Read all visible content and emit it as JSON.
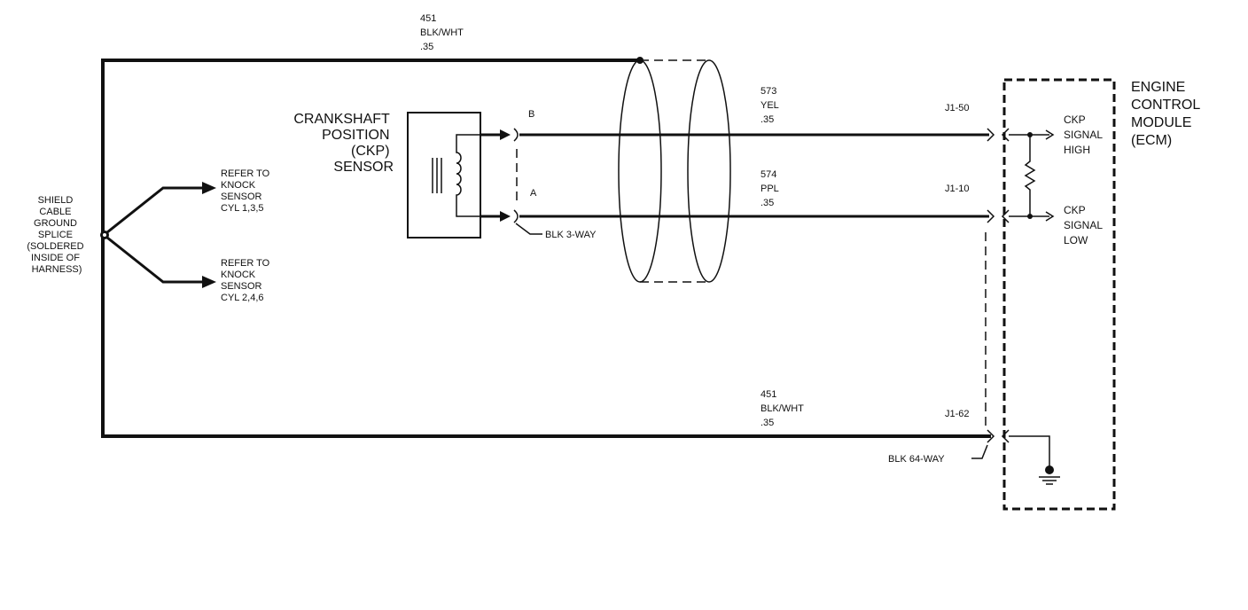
{
  "shield_splice": {
    "label_lines": [
      "SHIELD",
      "CABLE",
      "GROUND",
      "SPLICE",
      "(SOLDERED",
      "INSIDE OF",
      "HARNESS)"
    ]
  },
  "knock_ref_1": {
    "label_lines": [
      "REFER TO",
      "KNOCK",
      "SENSOR",
      "CYL 1,3,5"
    ]
  },
  "knock_ref_2": {
    "label_lines": [
      "REFER TO",
      "KNOCK",
      "SENSOR",
      "CYL 2,4,6"
    ]
  },
  "ckp_sensor": {
    "label_lines": [
      "CRANKSHAFT",
      "POSITION",
      "(CKP)",
      "SENSOR"
    ]
  },
  "connector_3way": {
    "pin_b": "B",
    "pin_a": "A",
    "name": "BLK 3-WAY"
  },
  "wire_top_451": {
    "lines": [
      "451",
      "BLK/WHT",
      ".35"
    ]
  },
  "wire_573": {
    "lines": [
      "573",
      "YEL",
      ".35"
    ]
  },
  "wire_574": {
    "lines": [
      "574",
      "PPL",
      ".35"
    ]
  },
  "wire_bottom_451": {
    "lines": [
      "451",
      "BLK/WHT",
      ".35"
    ]
  },
  "ecm_pins": {
    "j1_50": "J1-50",
    "j1_10": "J1-10",
    "j1_62": "J1-62"
  },
  "connector_64way": {
    "name": "BLK 64-WAY"
  },
  "ckp_high": {
    "lines": [
      "CKP",
      "SIGNAL",
      "HIGH"
    ]
  },
  "ckp_low": {
    "lines": [
      "CKP",
      "SIGNAL",
      "LOW"
    ]
  },
  "ecm": {
    "label_lines": [
      "ENGINE",
      "CONTROL",
      "MODULE",
      "(ECM)"
    ]
  },
  "colors": {
    "ink": "#111111",
    "paper": "#ffffff"
  }
}
